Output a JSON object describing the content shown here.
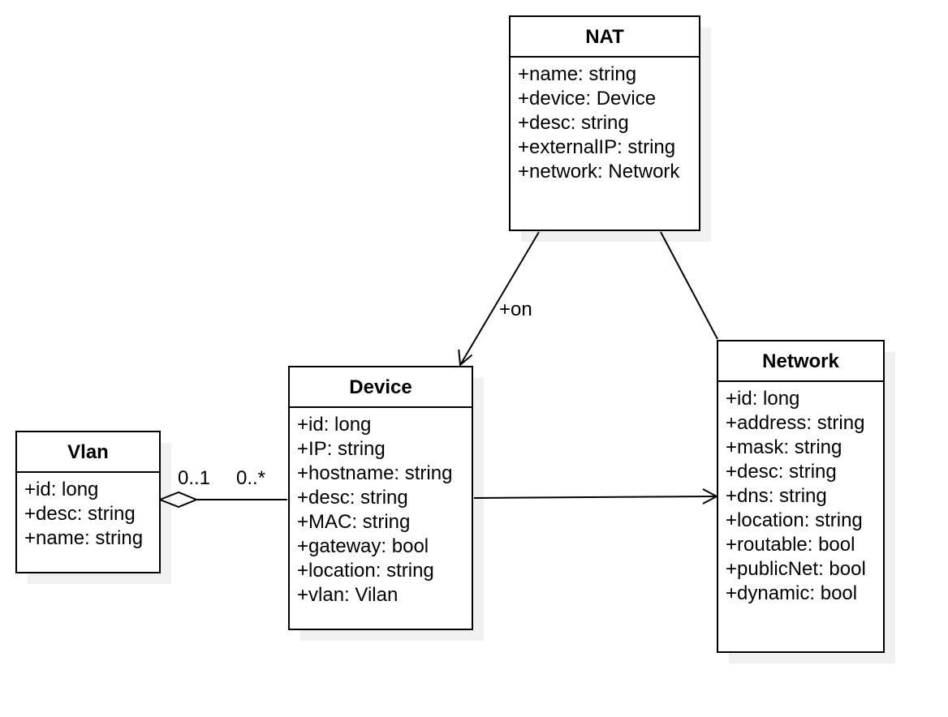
{
  "diagram": {
    "type": "uml-class-diagram",
    "colors": {
      "stroke": "#000000",
      "fill": "#ffffff",
      "shadow": "#f0f0f0"
    },
    "classes": {
      "nat": {
        "title": "NAT",
        "attributes": [
          "+name: string",
          "+device: Device",
          "+desc: string",
          "+externalIP: string",
          "+network: Network"
        ]
      },
      "device": {
        "title": "Device",
        "attributes": [
          "+id: long",
          "+IP: string",
          "+hostname: string",
          "+desc: string",
          "+MAC: string",
          "+gateway: bool",
          "+location: string",
          "+vlan: Vilan"
        ]
      },
      "network": {
        "title": "Network",
        "attributes": [
          "+id: long",
          "+address: string",
          "+mask: string",
          "+desc: string",
          "+dns: string",
          "+location: string",
          "+routable: bool",
          "+publicNet: bool",
          "+dynamic: bool"
        ]
      },
      "vlan": {
        "title": "Vlan",
        "attributes": [
          "+id: long",
          "+desc: string",
          "+name: string"
        ]
      }
    },
    "relations": {
      "nat_device": {
        "from": "NAT",
        "to": "Device",
        "kind": "directed-association",
        "label": "+on"
      },
      "nat_network": {
        "from": "NAT",
        "to": "Network",
        "kind": "association"
      },
      "device_network": {
        "from": "Device",
        "to": "Network",
        "kind": "directed-association"
      },
      "vlan_device": {
        "from": "Vlan",
        "to": "Device",
        "kind": "aggregation",
        "vlan_multiplicity": "0..1",
        "device_multiplicity": "0..*"
      }
    }
  }
}
